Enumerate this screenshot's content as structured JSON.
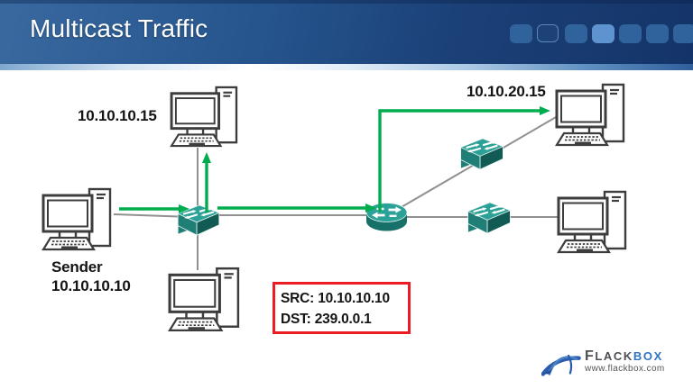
{
  "header": {
    "title": "Multicast Traffic",
    "decor_squares": [
      {
        "variant": "solid"
      },
      {
        "variant": "outline"
      },
      {
        "variant": "solid"
      },
      {
        "variant": "highlight"
      },
      {
        "variant": "solid"
      },
      {
        "variant": "solid"
      },
      {
        "variant": "solid"
      }
    ]
  },
  "diagram": {
    "labels": {
      "receiver_top_left": "10.10.10.15",
      "receiver_top_right": "10.10.20.15",
      "sender_name": "Sender",
      "sender_ip": "10.10.10.10"
    },
    "packet_box": {
      "src_line": "SRC: 10.10.10.10",
      "dst_line": "DST: 239.0.0.1"
    },
    "icons": {
      "computer": "desktop-computer-icon",
      "switch": "network-switch-icon",
      "router": "router-icon"
    }
  },
  "footer": {
    "brand_dark": "FLACK",
    "brand_blue": "BOX",
    "website": "www.flackbox.com"
  },
  "colors": {
    "multicast_green": "#00AD4E",
    "link_gray": "#909090",
    "packet_border_red": "#EC1C24",
    "device_teal_top": "#2BA197",
    "device_teal_front": "#1F7E76",
    "device_teal_side": "#125A54",
    "header_blue_dark": "#143468",
    "header_blue_light": "#39699F",
    "title_text": "#FFFFFF"
  }
}
